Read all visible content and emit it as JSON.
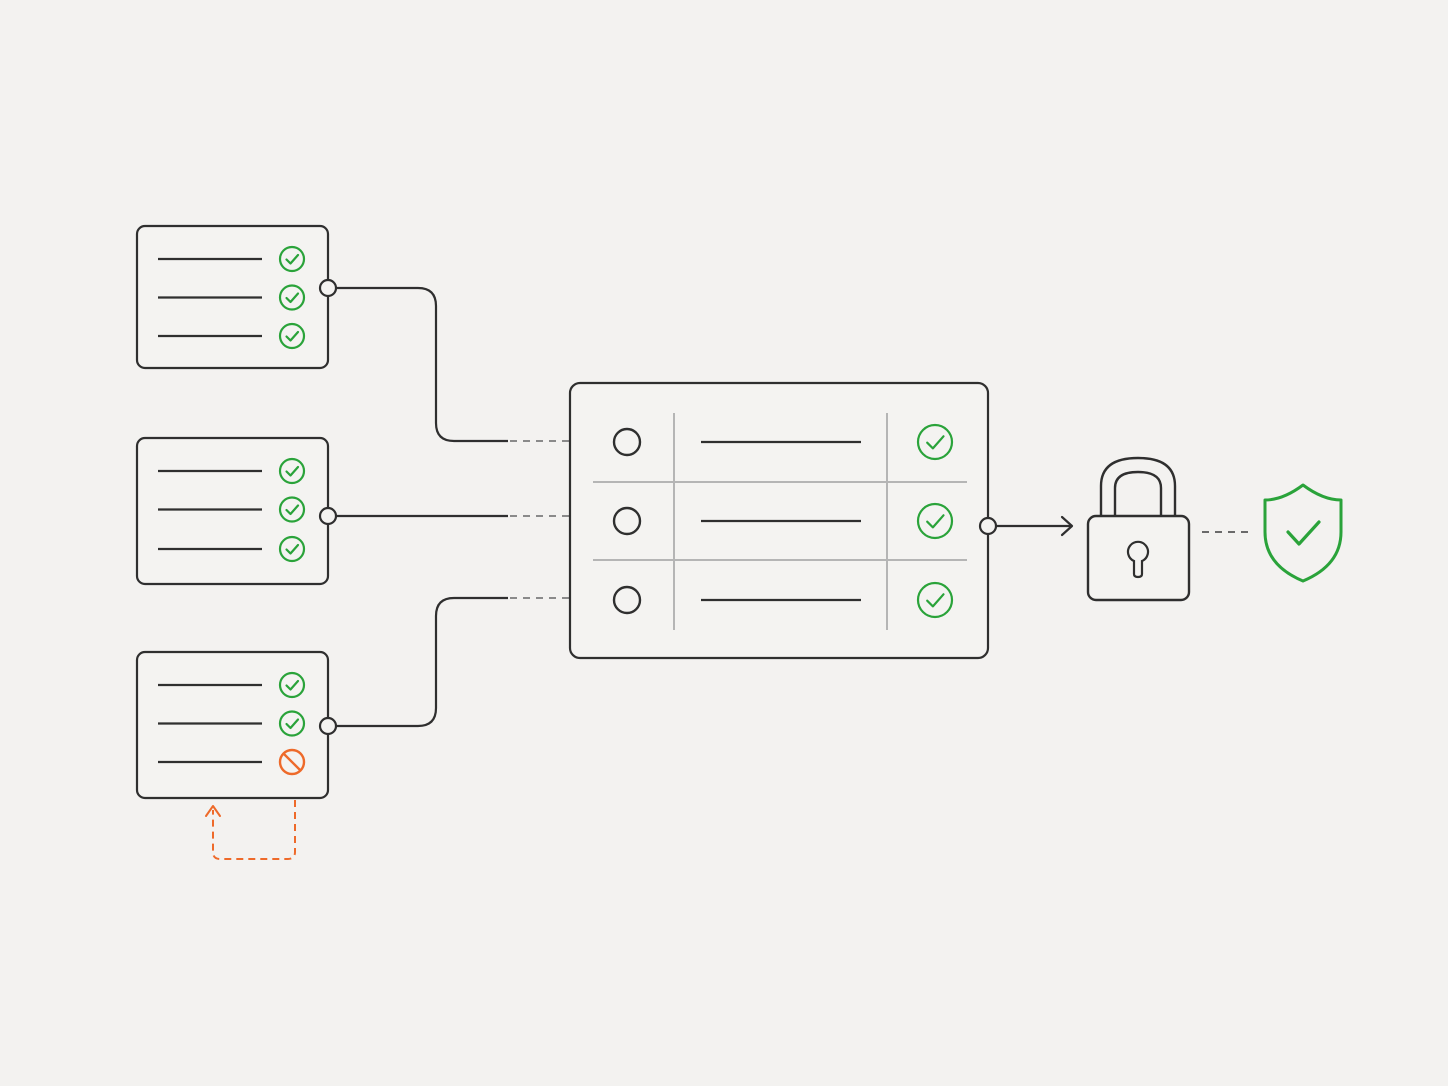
{
  "colors": {
    "background": "#f3f2f0",
    "stroke": "#2f2f2f",
    "divider": "#b5b5b5",
    "dashed": "#8a8a8a",
    "success": "#2aa33a",
    "warning": "#ee6a2a"
  },
  "sources": [
    {
      "id": "source-1",
      "rows": [
        {
          "status": "check"
        },
        {
          "status": "check"
        },
        {
          "status": "check"
        }
      ]
    },
    {
      "id": "source-2",
      "rows": [
        {
          "status": "check"
        },
        {
          "status": "check"
        },
        {
          "status": "check"
        }
      ]
    },
    {
      "id": "source-3",
      "rows": [
        {
          "status": "check"
        },
        {
          "status": "check"
        },
        {
          "status": "blocked"
        }
      ],
      "retry_loop": true
    }
  ],
  "merged_table": {
    "rows": [
      {
        "status": "check"
      },
      {
        "status": "check"
      },
      {
        "status": "check"
      }
    ]
  },
  "icons": {
    "row_ok": "check-circle-icon",
    "row_blocked": "prohibited-icon",
    "lock": "padlock-icon",
    "shield": "shield-check-icon"
  }
}
